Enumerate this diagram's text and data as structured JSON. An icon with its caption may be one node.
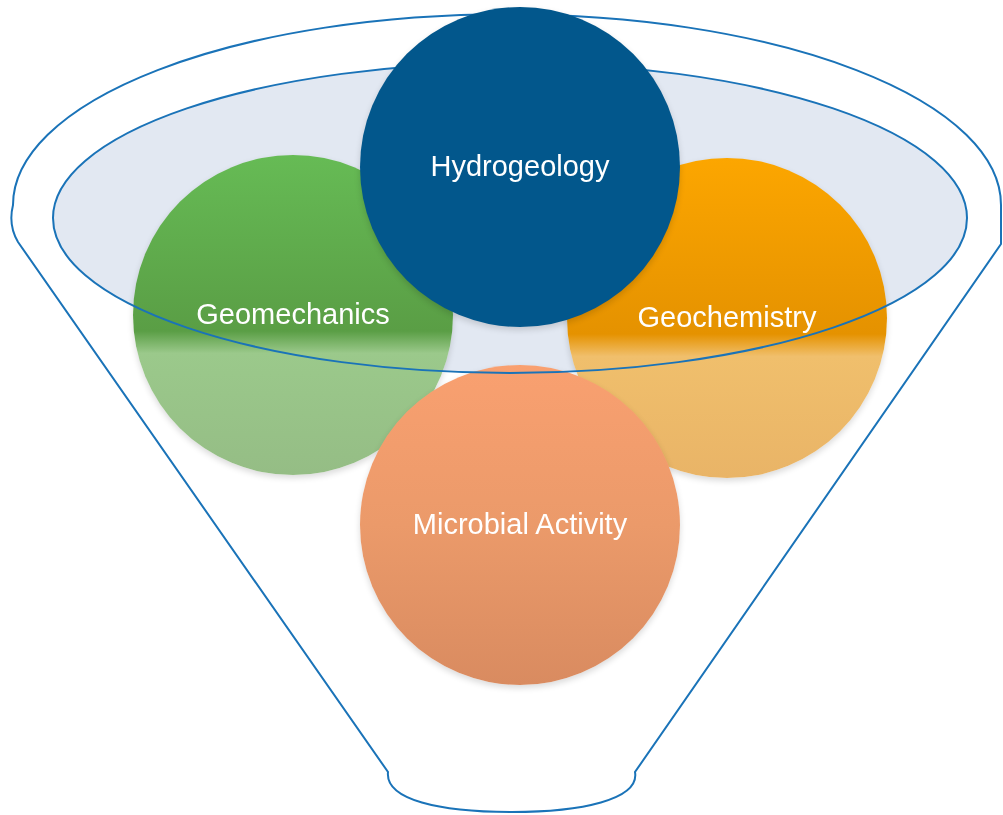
{
  "diagram": {
    "nodes": [
      {
        "text": [
          "Hydrogeology"
        ]
      },
      {
        "text": [
          "Geomechanics"
        ]
      },
      {
        "text": [
          "Geochemistry"
        ]
      },
      {
        "text": [
          "Microbial Activity"
        ]
      }
    ]
  }
}
